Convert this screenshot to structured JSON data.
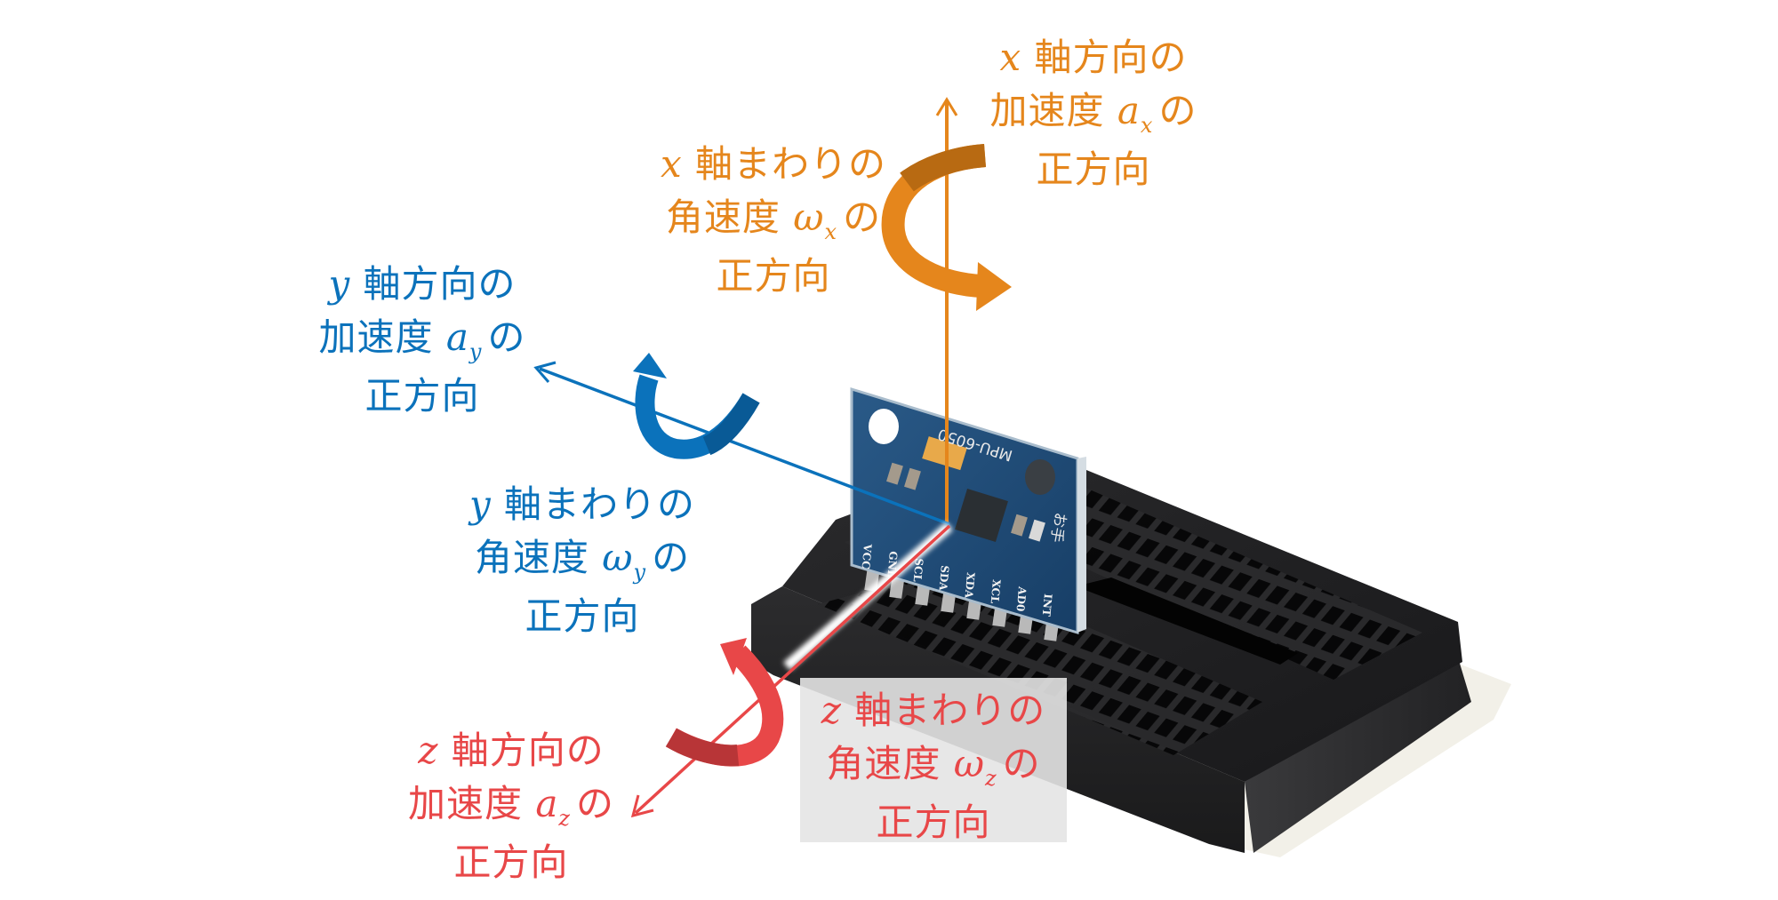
{
  "figure": {
    "subject": "MPU-6050 sensor module on a mini breadboard with axis annotations",
    "board": {
      "chip_label": "MPU-6050",
      "pins": [
        "VCC",
        "GND",
        "SCL",
        "SDA",
        "XDA",
        "XCL",
        "AD0",
        "INT"
      ],
      "silk_glyphs": "お手"
    }
  },
  "colors": {
    "x_axis": "#e5861c",
    "y_axis": "#0b72bb",
    "z_axis": "#e84748",
    "pcb": "#1f4c78",
    "breadboard": "#1b1b1d"
  },
  "labels": {
    "x_accel": {
      "symbol": "x",
      "line1_suffix": "軸方向の",
      "line2_prefix": "加速度",
      "var": "a",
      "sub": "x",
      "line2_suffix": "の",
      "line3": "正方向"
    },
    "x_gyro": {
      "symbol": "x",
      "line1_suffix": "軸まわりの",
      "line2_prefix": "角速度",
      "var": "ω",
      "sub": "x",
      "line2_suffix": "の",
      "line3": "正方向"
    },
    "y_accel": {
      "symbol": "y",
      "line1_suffix": "軸方向の",
      "line2_prefix": "加速度",
      "var": "a",
      "sub": "y",
      "line2_suffix": "の",
      "line3": "正方向"
    },
    "y_gyro": {
      "symbol": "y",
      "line1_suffix": "軸まわりの",
      "line2_prefix": "角速度",
      "var": "ω",
      "sub": "y",
      "line2_suffix": "の",
      "line3": "正方向"
    },
    "z_accel": {
      "symbol": "z",
      "line1_suffix": "軸方向の",
      "line2_prefix": "加速度",
      "var": "a",
      "sub": "z",
      "line2_suffix": "の",
      "line3": "正方向"
    },
    "z_gyro": {
      "symbol": "z",
      "line1_suffix": "軸まわりの",
      "line2_prefix": "角速度",
      "var": "ω",
      "sub": "z",
      "line2_suffix": "の",
      "line3": "正方向"
    }
  }
}
